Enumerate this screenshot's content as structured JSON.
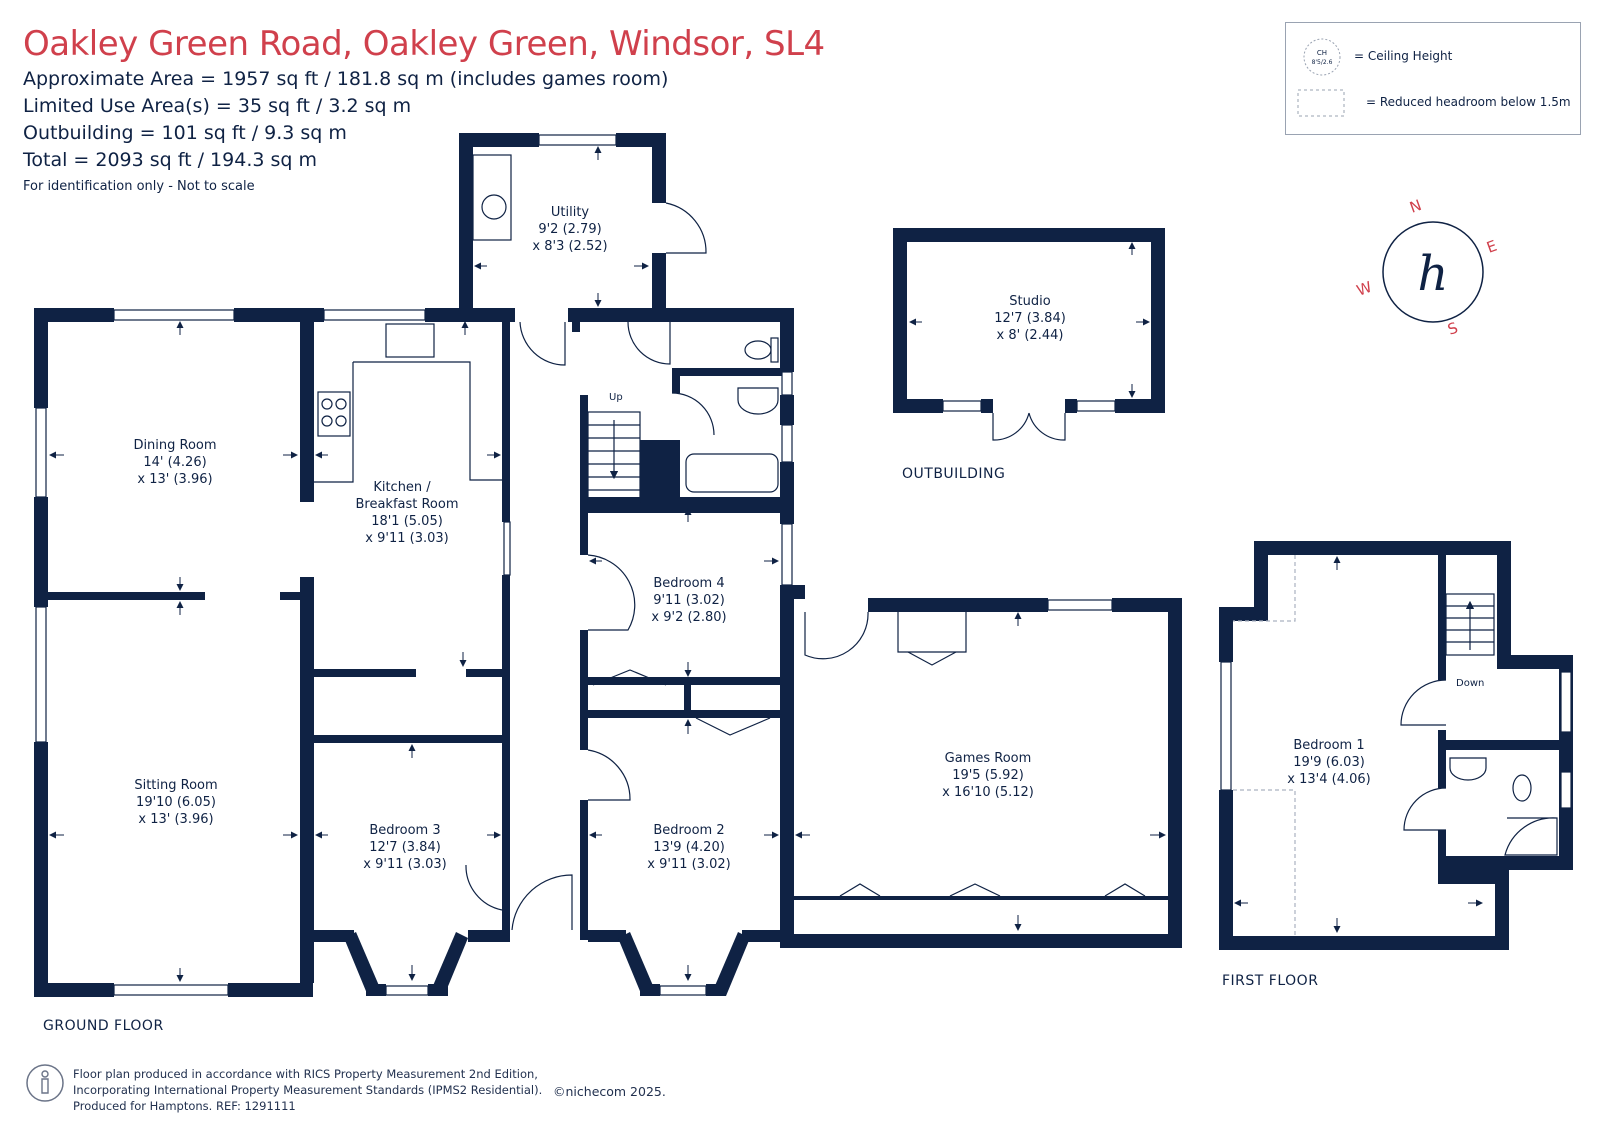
{
  "header": {
    "title": "Oakley Green Road, Oakley Green, Windsor, SL4",
    "approx_area": "Approximate Area = 1957 sq ft / 181.8 sq m (includes games room)",
    "limited_use": "Limited Use Area(s) = 35 sq ft / 3.2 sq m",
    "outbuilding": "Outbuilding = 101 sq ft / 9.3 sq m",
    "total": "Total = 2093 sq ft / 194.3 sq m",
    "disclaimer": "For identification only - Not to scale"
  },
  "legend": {
    "ch_top": "CH",
    "ch_bottom": "8'5/2.6",
    "ceiling_height": "= Ceiling Height",
    "reduced_headroom": "= Reduced headroom below 1.5m"
  },
  "compass": {
    "n": "N",
    "e": "E",
    "s": "S",
    "w": "W",
    "monogram": "h"
  },
  "floors": {
    "ground": "GROUND FLOOR",
    "first": "FIRST FLOOR",
    "outbuilding": "OUTBUILDING"
  },
  "rooms": {
    "utility": [
      "Utility",
      "9'2 (2.79)",
      "x 8'3 (2.52)"
    ],
    "dining": [
      "Dining Room",
      "14' (4.26)",
      "x 13' (3.96)"
    ],
    "kitchen": [
      "Kitchen /",
      "Breakfast Room",
      "18'1 (5.05)",
      "x 9'11 (3.03)"
    ],
    "sitting": [
      "Sitting Room",
      "19'10 (6.05)",
      "x 13' (3.96)"
    ],
    "bedroom3": [
      "Bedroom 3",
      "12'7 (3.84)",
      "x 9'11 (3.03)"
    ],
    "bedroom4": [
      "Bedroom 4",
      "9'11 (3.02)",
      "x 9'2 (2.80)"
    ],
    "bedroom2": [
      "Bedroom 2",
      "13'9 (4.20)",
      "x 9'11 (3.02)"
    ],
    "games": [
      "Games Room",
      "19'5 (5.92)",
      "x 16'10 (5.12)"
    ],
    "studio": [
      "Studio",
      "12'7 (3.84)",
      "x 8' (2.44)"
    ],
    "bedroom1": [
      "Bedroom 1",
      "19'9 (6.03)",
      "x 13'4 (4.06)"
    ]
  },
  "stairs": {
    "up": "Up",
    "down": "Down"
  },
  "footer": {
    "line1": "Floor plan produced in accordance with RICS Property Measurement 2nd Edition,",
    "line2": "Incorporating International Property Measurement Standards (IPMS2 Residential).",
    "line3": "Produced for Hamptons.  REF: 1291111",
    "copyright": "©nichecom 2025."
  },
  "colors": {
    "wall": "#0f2244",
    "title": "#d0404c",
    "compass": "#d0404c"
  }
}
